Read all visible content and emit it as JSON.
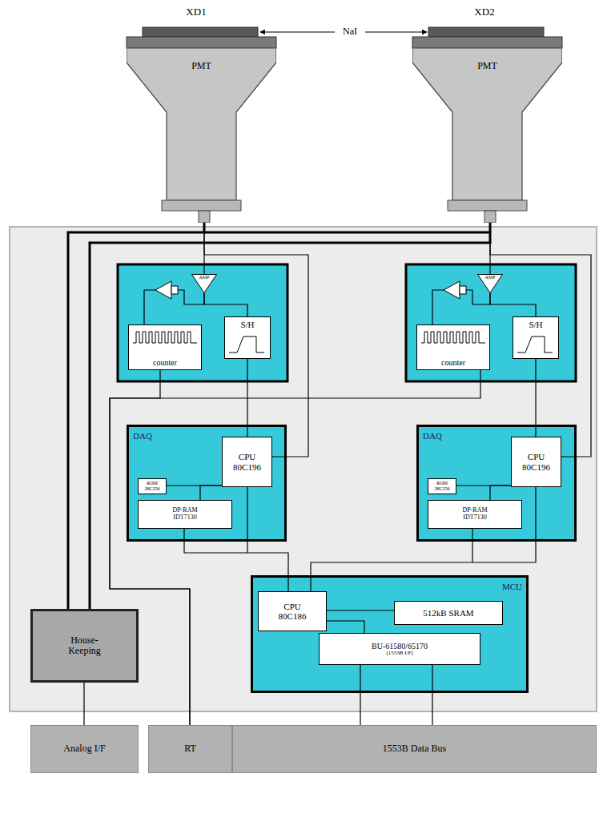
{
  "diagram": {
    "nodes": [
      {
        "text": [
          "PMT"
        ]
      },
      {
        "text": [
          "PMT"
        ]
      },
      {
        "text": [
          "AMP"
        ]
      },
      {
        "text": [
          "counter"
        ]
      },
      {
        "text": [
          "S/H"
        ]
      },
      {
        "text": [
          "AMP"
        ]
      },
      {
        "text": [
          "counter"
        ]
      },
      {
        "text": [
          "S/H"
        ]
      },
      {
        "text": [
          "DAQ"
        ]
      },
      {
        "text": [
          "ROM 28C256"
        ],
        "in": 8
      },
      {
        "text": [
          "CPU 80C196"
        ],
        "in": 8
      },
      {
        "text": [
          "DP-RAM IDT7130"
        ],
        "in": 8
      },
      {
        "text": [
          "DAQ"
        ]
      },
      {
        "text": [
          "ROM 28C256"
        ],
        "in": 12
      },
      {
        "text": [
          "CPU 80C196"
        ],
        "in": 12
      },
      {
        "text": [
          "DP-RAM IDT7130"
        ],
        "in": 12
      },
      {
        "text": [
          "MCU"
        ]
      },
      {
        "text": [
          "CPU 80C186"
        ],
        "in": 16
      },
      {
        "text": [
          "512kB SRAM"
        ],
        "in": 16
      },
      {
        "text": [
          "BU-61580/65170",
          "(1553B I/F)"
        ],
        "in": 16
      },
      {
        "text": [
          "House-Keeping"
        ]
      },
      {
        "text": [
          "Analog I/F"
        ]
      },
      {
        "text": [
          "RT"
        ]
      },
      {
        "text": [
          "1553B Data Bus"
        ]
      }
    ],
    "edges": [
      {
        "from": 0,
        "to": 2,
        "arrow": "none"
      },
      {
        "from": 1,
        "to": 5,
        "arrow": "none"
      },
      {
        "from": 0,
        "to": 20,
        "arrow": "none"
      },
      {
        "from": 1,
        "to": 20,
        "arrow": "none"
      },
      {
        "from": 2,
        "to": 4,
        "arrow": "none"
      },
      {
        "from": 2,
        "to": 3,
        "arrow": "none"
      },
      {
        "from": 5,
        "to": 7,
        "arrow": "none"
      },
      {
        "from": 5,
        "to": 6,
        "arrow": "none"
      },
      {
        "from": 4,
        "to": 10,
        "arrow": "none"
      },
      {
        "from": 7,
        "to": 14,
        "arrow": "none"
      },
      {
        "from": 10,
        "to": 0,
        "arrow": "none"
      },
      {
        "from": 14,
        "to": 1,
        "arrow": "none"
      },
      {
        "from": 3,
        "to": 22,
        "arrow": "none"
      },
      {
        "from": 6,
        "to": 22,
        "arrow": "none"
      },
      {
        "from": 9,
        "to": 10,
        "arrow": "none"
      },
      {
        "from": 11,
        "to": 10,
        "arrow": "none"
      },
      {
        "from": 13,
        "to": 14,
        "arrow": "none"
      },
      {
        "from": 15,
        "to": 14,
        "arrow": "none"
      },
      {
        "from": 11,
        "to": 17,
        "arrow": "none"
      },
      {
        "from": 15,
        "to": 17,
        "arrow": "none"
      },
      {
        "from": 17,
        "to": 18,
        "arrow": "none"
      },
      {
        "from": 17,
        "to": 19,
        "arrow": "none"
      },
      {
        "from": 19,
        "to": 23,
        "arrow": "none"
      },
      {
        "from": 20,
        "to": 21,
        "arrow": "none"
      }
    ],
    "labels": [
      "XD1",
      "NaI",
      "XD2"
    ]
  }
}
